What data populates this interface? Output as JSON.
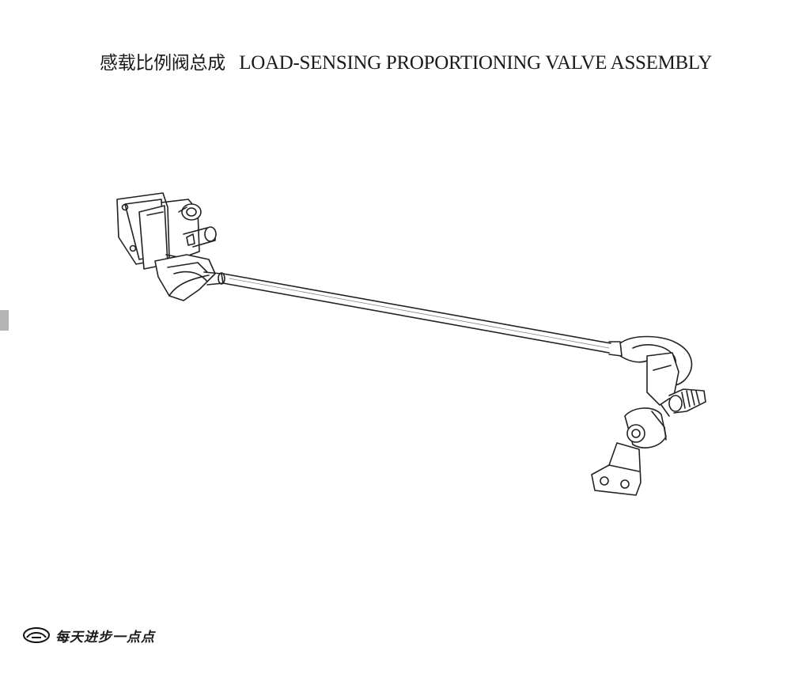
{
  "header": {
    "title_zh": "感载比例阀总成",
    "title_en": "LOAD-SENSING PROPORTIONING VALVE ASSEMBLY"
  },
  "footer": {
    "logo_icon": "brand-emblem-icon",
    "slogan": "每天进步一点点"
  }
}
